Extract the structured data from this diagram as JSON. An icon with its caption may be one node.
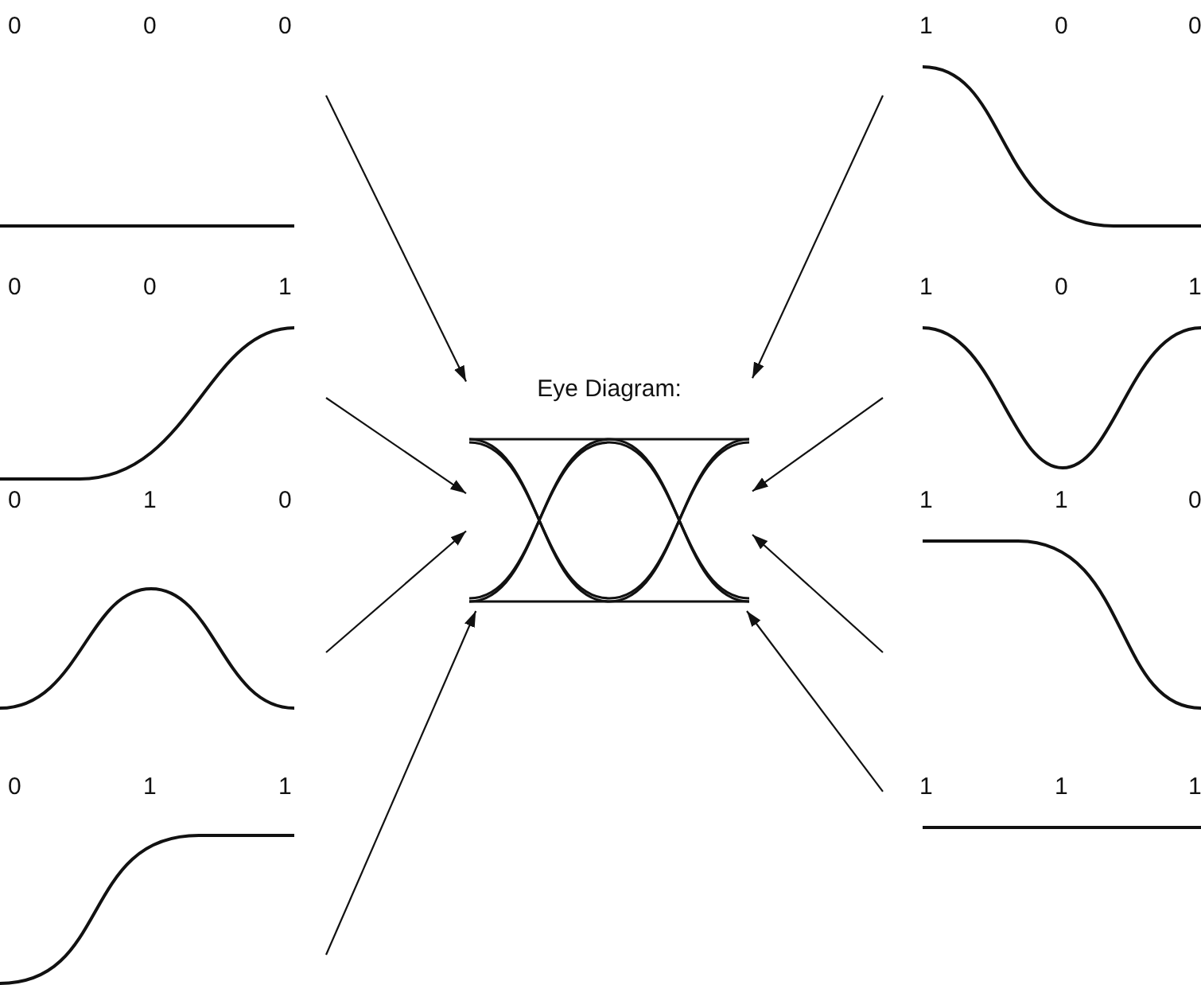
{
  "diagram": {
    "nodes": [
      {
        "text": [
          "0",
          "0",
          "0"
        ]
      },
      {
        "text": [
          "0",
          "0",
          "1"
        ]
      },
      {
        "text": [
          "0",
          "1",
          "0"
        ]
      },
      {
        "text": [
          "0",
          "1",
          "1"
        ]
      },
      {
        "text": [
          "Eye Diagram:"
        ]
      },
      {
        "text": [
          "1",
          "0",
          "0"
        ]
      },
      {
        "text": [
          "1",
          "0",
          "1"
        ]
      },
      {
        "text": [
          "1",
          "1",
          "0"
        ]
      },
      {
        "text": [
          "1",
          "1",
          "1"
        ]
      }
    ],
    "edges": [
      {
        "from": 0,
        "to": 4,
        "arrow": "to"
      },
      {
        "from": 1,
        "to": 4,
        "arrow": "to"
      },
      {
        "from": 2,
        "to": 4,
        "arrow": "to"
      },
      {
        "from": 3,
        "to": 4,
        "arrow": "to"
      },
      {
        "from": 5,
        "to": 4,
        "arrow": "to"
      },
      {
        "from": 6,
        "to": 4,
        "arrow": "to"
      },
      {
        "from": 7,
        "to": 4,
        "arrow": "to"
      },
      {
        "from": 8,
        "to": 4,
        "arrow": "to"
      }
    ]
  }
}
